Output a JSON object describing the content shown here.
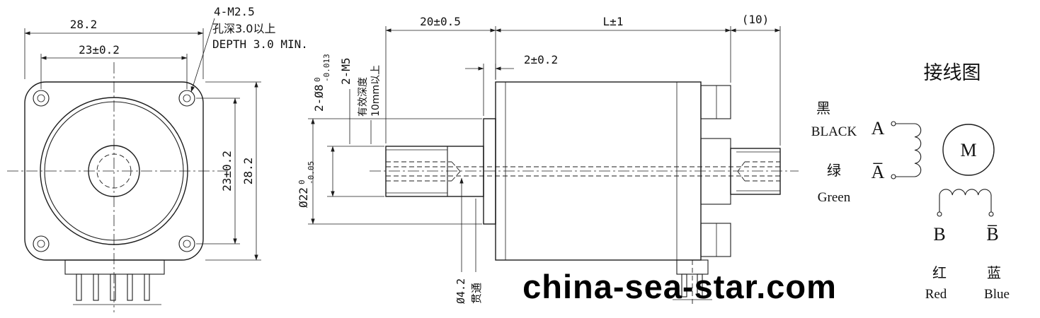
{
  "watermark": {
    "text": "china-sea-star.com"
  },
  "front_view": {
    "dim_width_outer": "28.2",
    "dim_width_holes": "23±0.2",
    "dim_height_holes": "23±0.2",
    "dim_height_outer": "28.2",
    "hole_callout": {
      "line1": "4-M2.5",
      "line2": "孔深3.0以上",
      "line3": "DEPTH 3.0 MIN."
    }
  },
  "side_view": {
    "dim_front_shaft": "20±0.5",
    "dim_body_length": "L±1",
    "dim_rear_shaft": "(10)",
    "dim_boss_depth": "2±0.2",
    "shaft_diameter": {
      "base": "2-Ø8",
      "tol_upper": "0",
      "tol_lower": "-0.013"
    },
    "tap_thread": "2-M5",
    "tap_depth_cn": "有效深度",
    "tap_depth_min": "10mm以上",
    "boss_diameter": {
      "base": "Ø22",
      "tol_upper": "0",
      "tol_lower": "-0.05"
    },
    "through_hole_dia": "Ø4.2",
    "through_hole_cn": "贯通"
  },
  "wiring": {
    "title": "接线图",
    "motor_label": "M",
    "lead_a": {
      "cn": "黑",
      "en": "BLACK",
      "phase": "A"
    },
    "lead_a_bar": {
      "cn": "绿",
      "en": "Green",
      "phase": "A̅"
    },
    "lead_b": {
      "cn": "红",
      "en": "Red",
      "phase": "B"
    },
    "lead_b_bar": {
      "cn": "蓝",
      "en": "Blue",
      "phase": "B̅"
    }
  }
}
